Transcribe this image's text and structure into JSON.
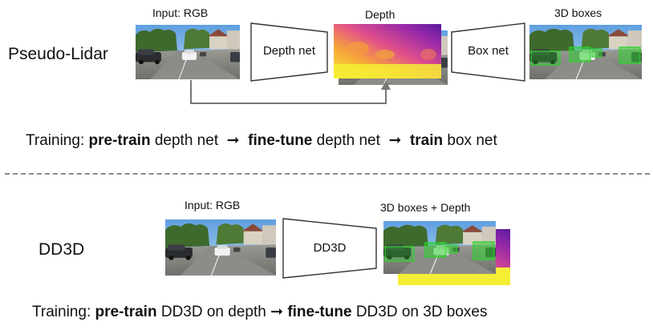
{
  "top": {
    "method_label": "Pseudo-Lidar",
    "input_label": "Input: RGB",
    "depth_label": "Depth",
    "output_label": "3D boxes",
    "depth_net_label": "Depth net",
    "box_net_label": "Box net",
    "training": {
      "prefix": "Training:",
      "step1_bold": "pre-train",
      "step1_rest": "depth net",
      "step2_bold": "fine-tune",
      "step2_rest": "depth net",
      "step3_bold": "train",
      "step3_rest": "box net",
      "arrow": "➞"
    }
  },
  "bottom": {
    "method_label": "DD3D",
    "input_label": "Input: RGB",
    "output_label": "3D boxes + Depth",
    "net_label": "DD3D",
    "training": {
      "prefix": "Training:",
      "step1_bold": "pre-train",
      "step1_rest": "DD3D on depth",
      "step2_bold": "fine-tune",
      "step2_rest": "DD3D on 3D boxes",
      "arrow": "➞"
    }
  },
  "colors": {
    "sky": "#7fb2e6",
    "trees": "#3f6a2e",
    "road": "#8a8a86",
    "box_green": "#2fd12f",
    "depth_purple": "#6d1fa6",
    "depth_yellow": "#f6ee34",
    "arrow_gray": "#777777"
  }
}
